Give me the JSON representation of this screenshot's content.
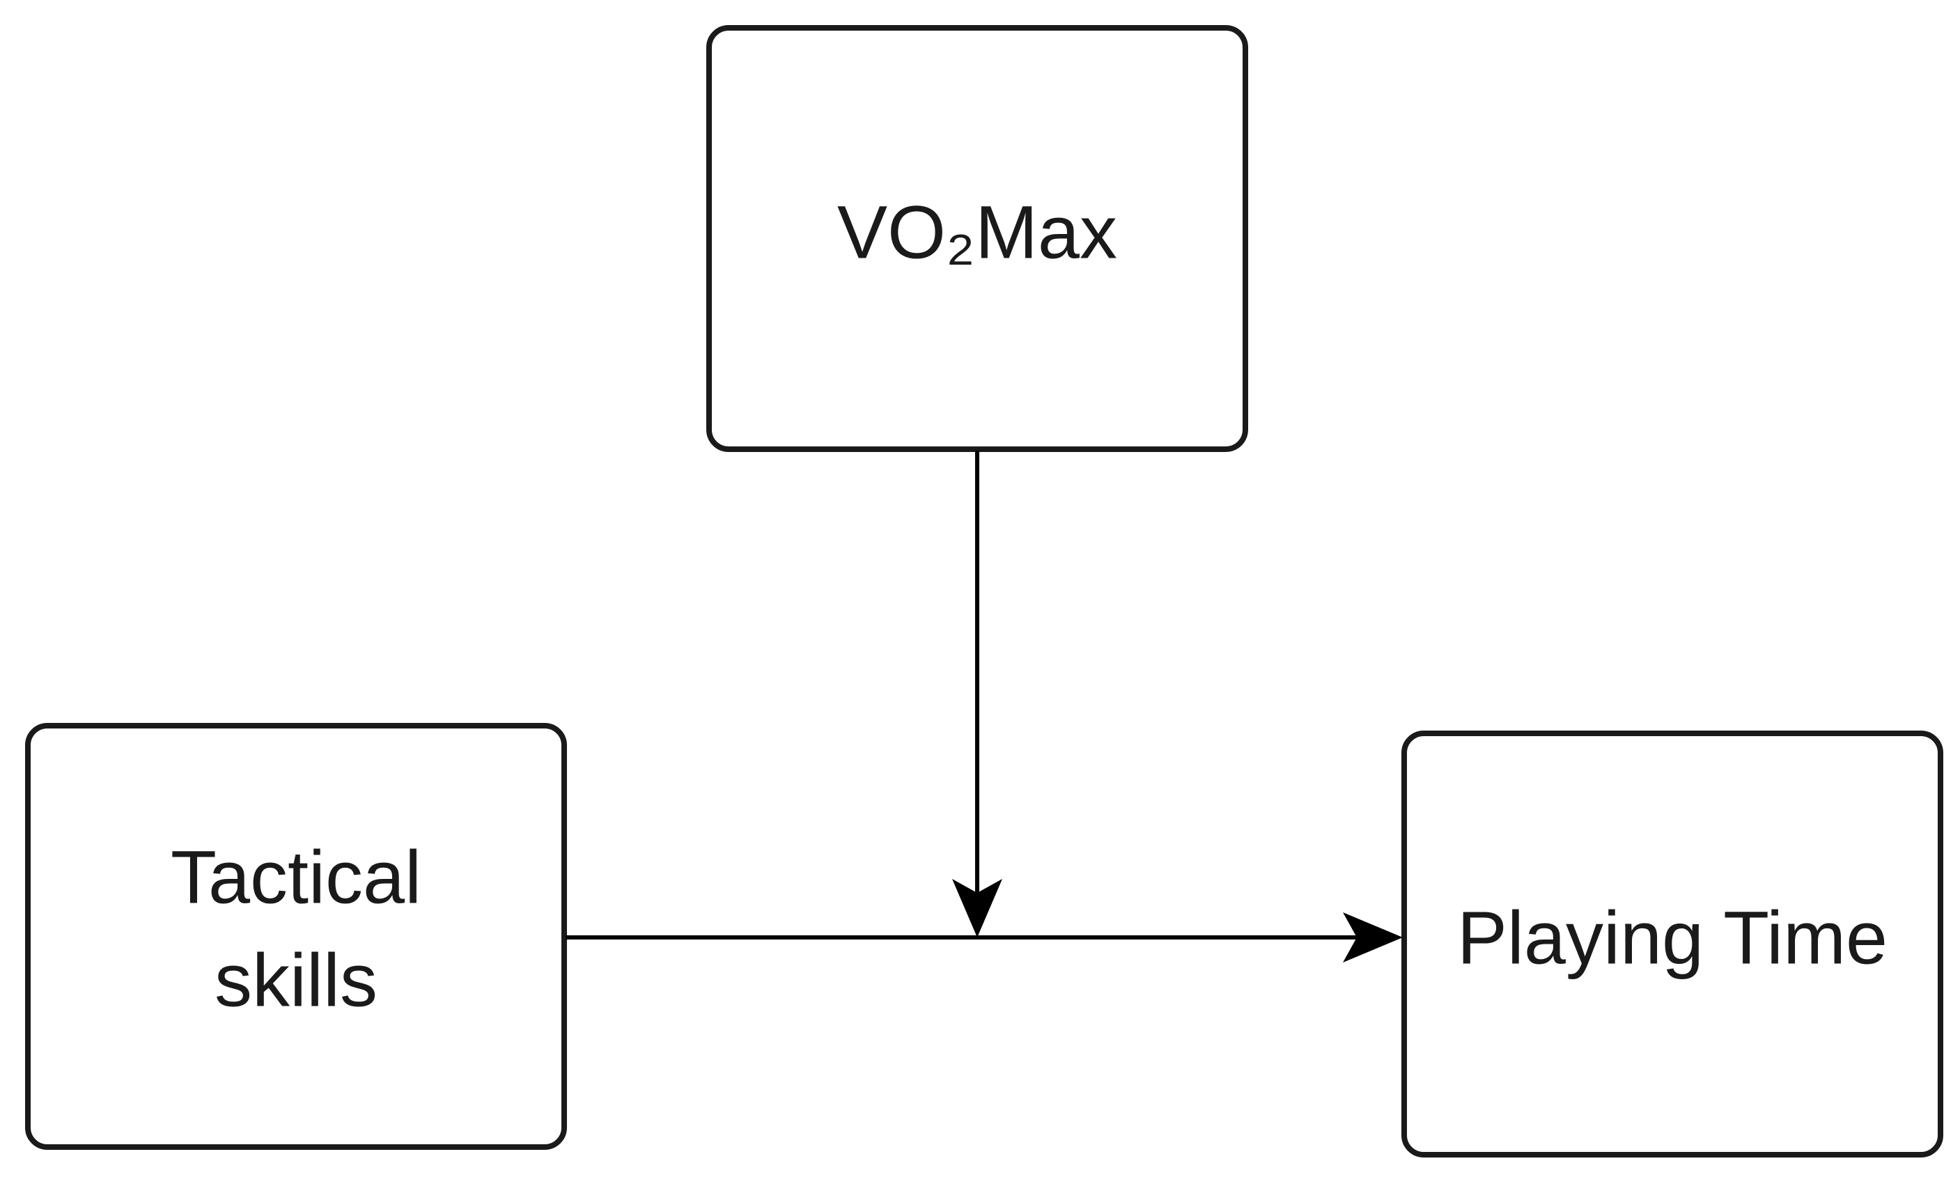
{
  "nodes": {
    "moderator": {
      "label": "VO₂Max"
    },
    "predictor": {
      "line1": "Tactical",
      "line2": "skills"
    },
    "outcome": {
      "label": "Playing Time"
    }
  },
  "colors": {
    "stroke": "#1a1a1a",
    "text": "#1a1a1a",
    "background": "#ffffff"
  }
}
